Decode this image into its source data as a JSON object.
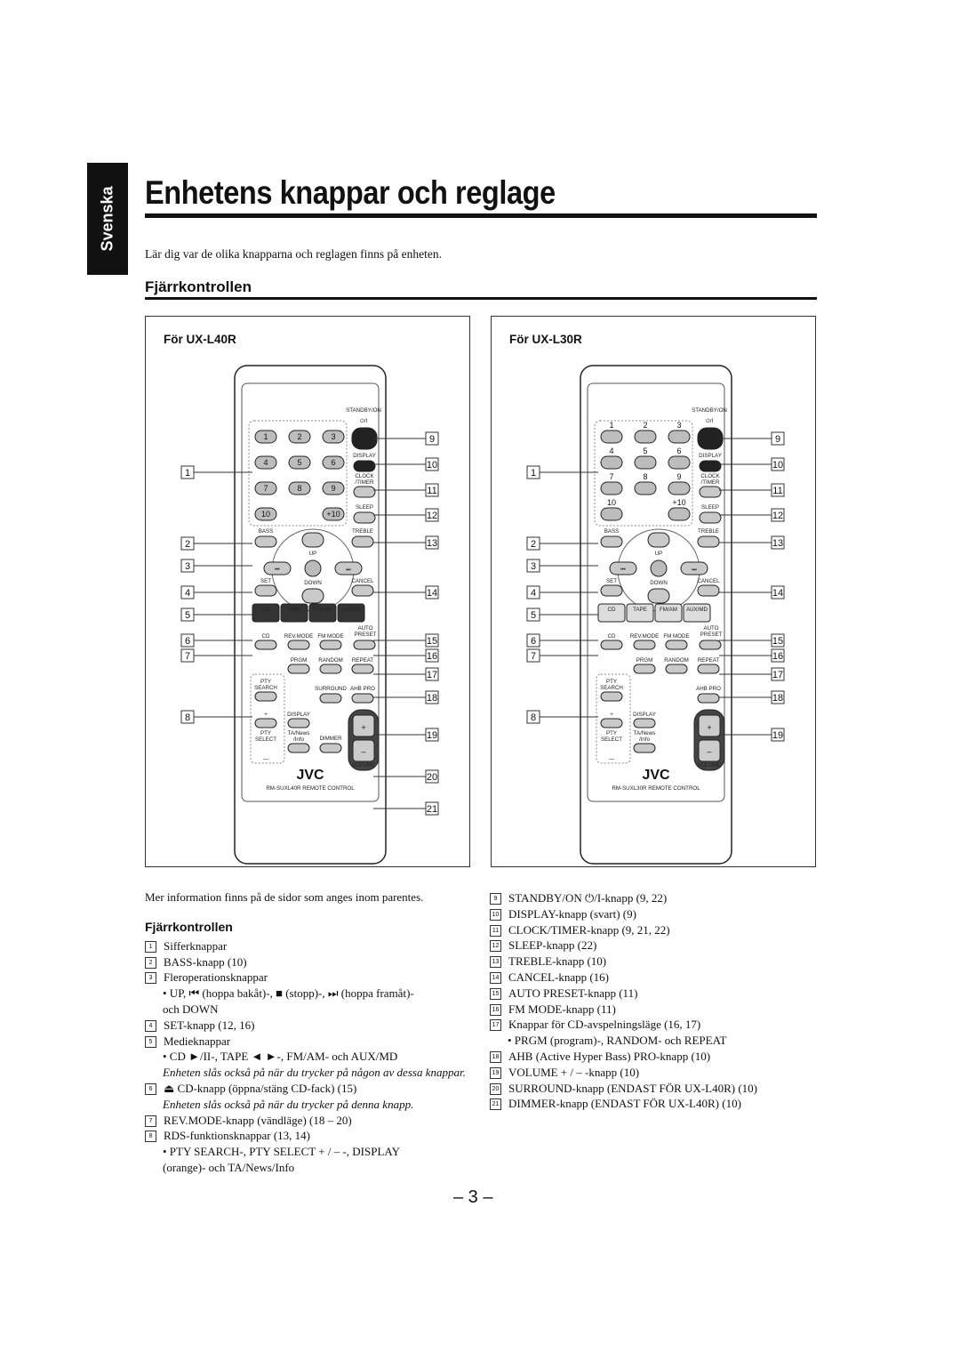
{
  "side_tab": "Svenska",
  "title": "Enhetens knappar och reglage",
  "intro": "Lär dig var de olika knapparna och reglagen finns på enheten.",
  "section_title": "Fjärrkontrollen",
  "panels": [
    {
      "title": "För UX-L40R",
      "model": "RM-SUXL40R REMOTE CONTROL"
    },
    {
      "title": "För UX-L30R",
      "model": "RM-SUXL30R REMOTE CONTROL"
    }
  ],
  "remote_labels": {
    "standby": "STANDBY/ON",
    "display": "DISPLAY",
    "clock": "CLOCK",
    "timer": "/TIMER",
    "sleep": "SLEEP",
    "bass": "BASS",
    "treble": "TREBLE",
    "up": "UP",
    "down": "DOWN",
    "set": "SET",
    "cancel": "CANCEL",
    "cd": "CD",
    "tape": "TAPE",
    "fmam": "FM/AM",
    "auxmd": "AUX/MD",
    "auto": "AUTO",
    "preset": "PRESET",
    "revmode": "REV.MODE",
    "fmmode": "FM MODE",
    "prgm": "PRGM",
    "random": "RANDOM",
    "repeat": "REPEAT",
    "pty": "PTY",
    "search": "SEARCH",
    "surround": "SURROUND",
    "ahbpro": "AHB PRO",
    "select": "SELECT",
    "ta": "TA/News",
    "info": "/Info",
    "dimmer": "DIMMER",
    "volume": "VOLUME",
    "brand": "JVC",
    "plus10": "+10",
    "ten": "10"
  },
  "callouts_l40": [
    "1",
    "2",
    "3",
    "4",
    "5",
    "6",
    "7",
    "8",
    "9",
    "10",
    "11",
    "12",
    "13",
    "14",
    "15",
    "16",
    "17",
    "18",
    "19",
    "20",
    "21"
  ],
  "callouts_l30": [
    "1",
    "2",
    "3",
    "4",
    "5",
    "6",
    "7",
    "8",
    "9",
    "10",
    "11",
    "12",
    "13",
    "14",
    "15",
    "16",
    "17",
    "18",
    "19"
  ],
  "note": "Mer information finns på de sidor som anges inom parentes.",
  "list_title": "Fjärrkontrollen",
  "list_left": [
    {
      "n": "1",
      "text": "Sifferknappar"
    },
    {
      "n": "2",
      "text": "BASS-knapp (10)"
    },
    {
      "n": "3",
      "text": "Fleroperationsknappar"
    },
    {
      "sub": "• UP, ⏮ (hoppa bakåt)-, ■ (stopp)-, ⏭ (hoppa framåt)-"
    },
    {
      "sub": "och DOWN"
    },
    {
      "n": "4",
      "text": "SET-knapp (12, 16)"
    },
    {
      "n": "5",
      "text": "Medieknappar"
    },
    {
      "sub": "• CD ►/II-, TAPE ◄ ►-, FM/AM- och AUX/MD"
    },
    {
      "it": "Enheten slås också på när du trycker på någon av dessa knappar."
    },
    {
      "n": "6",
      "text": "⏏ CD-knapp (öppna/stäng CD-fack) (15)"
    },
    {
      "it": "Enheten slås också på när du trycker på denna knapp."
    },
    {
      "n": "7",
      "text": "REV.MODE-knapp (vändläge) (18 – 20)"
    },
    {
      "n": "8",
      "text": "RDS-funktionsknappar (13, 14)"
    },
    {
      "sub": "• PTY SEARCH-, PTY SELECT + / – -, DISPLAY"
    },
    {
      "sub": "(orange)- och TA/News/Info"
    }
  ],
  "list_right": [
    {
      "n": "9",
      "text": "STANDBY/ON ⏻/I-knapp (9, 22)"
    },
    {
      "n": "10",
      "text": "DISPLAY-knapp (svart) (9)"
    },
    {
      "n": "11",
      "text": "CLOCK/TIMER-knapp (9, 21, 22)"
    },
    {
      "n": "12",
      "text": "SLEEP-knapp (22)"
    },
    {
      "n": "13",
      "text": "TREBLE-knapp (10)"
    },
    {
      "n": "14",
      "text": "CANCEL-knapp (16)"
    },
    {
      "n": "15",
      "text": "AUTO PRESET-knapp (11)"
    },
    {
      "n": "16",
      "text": "FM MODE-knapp (11)"
    },
    {
      "n": "17",
      "text": "Knappar för CD-avspelningsläge (16, 17)"
    },
    {
      "sub": "• PRGM (program)-, RANDOM- och REPEAT"
    },
    {
      "n": "18",
      "text": "AHB (Active Hyper Bass) PRO-knapp (10)"
    },
    {
      "n": "19",
      "text": "VOLUME + / – -knapp (10)"
    },
    {
      "n": "20",
      "text": "SURROUND-knapp (ENDAST FÖR UX-L40R) (10)"
    },
    {
      "n": "21",
      "text": "DIMMER-knapp (ENDAST FÖR UX-L40R) (10)"
    }
  ],
  "page_number": "– 3 –"
}
